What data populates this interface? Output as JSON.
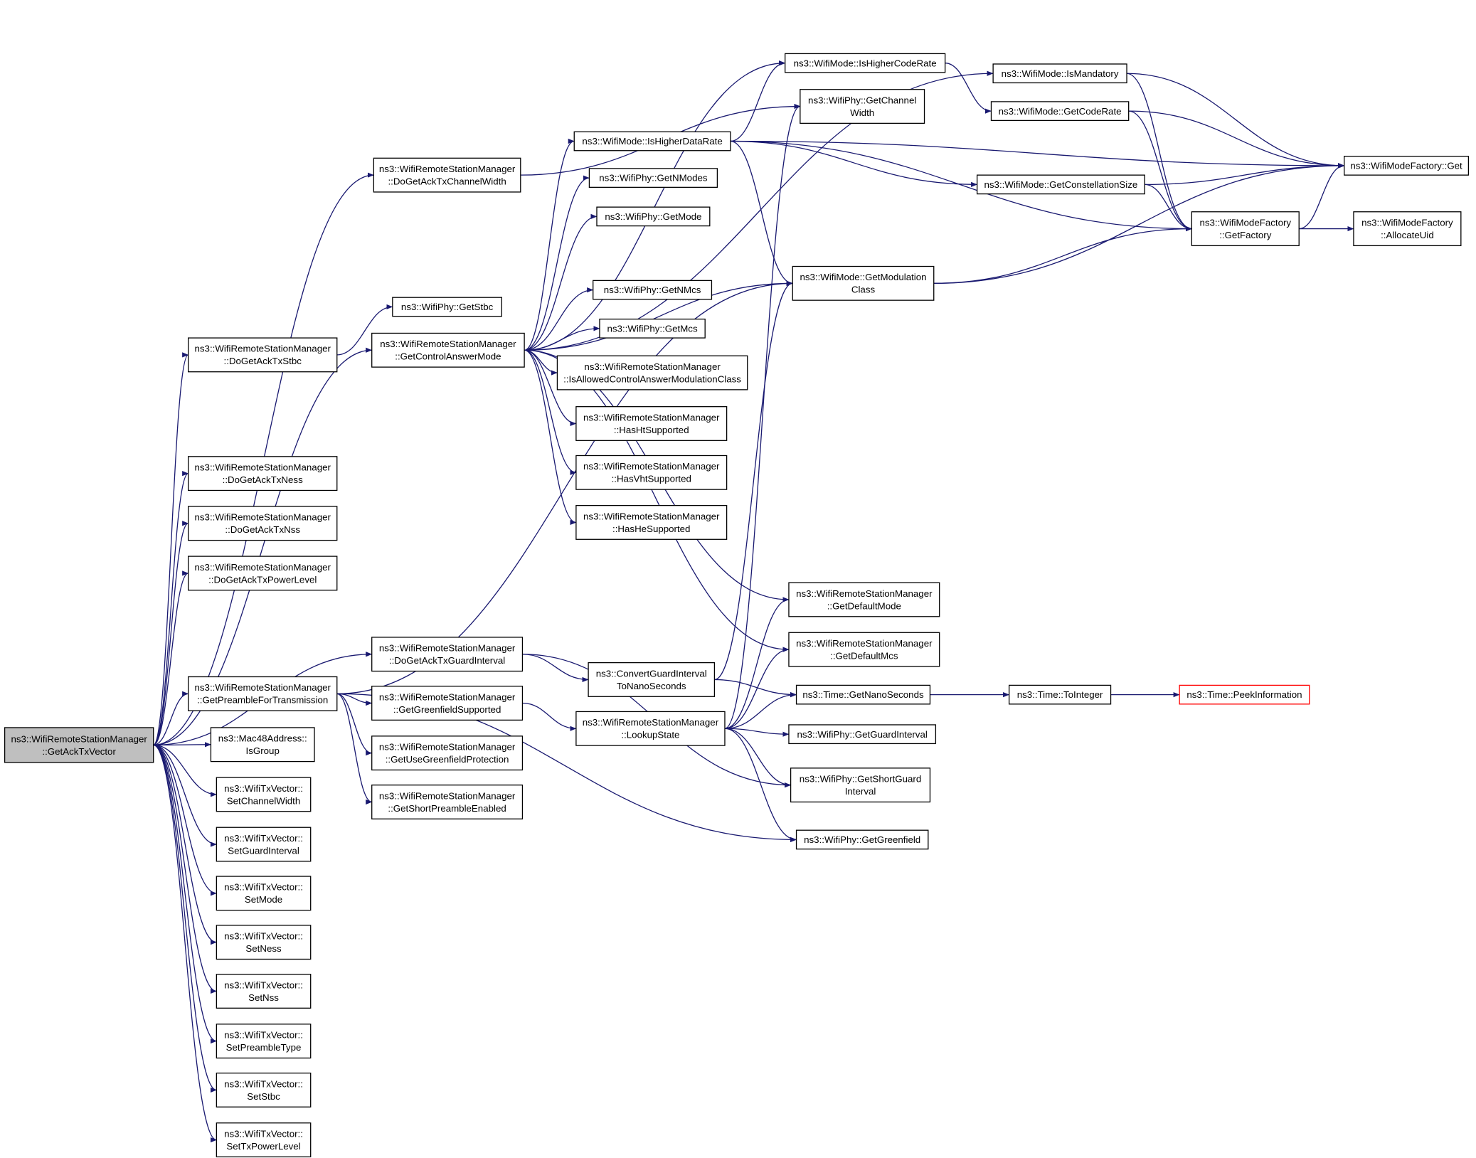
{
  "colors": {
    "edge": "#191970",
    "root_fill": "#bfbfbf",
    "node_fill": "#ffffff",
    "node_border": "#000000",
    "truncated_border": "#ff0000"
  },
  "nodes": [
    {
      "id": "root",
      "lines": [
        "ns3::WifiRemoteStationManager",
        "::GetAckTxVector"
      ],
      "kind": "root"
    },
    {
      "id": "dgactw",
      "lines": [
        "ns3::WifiRemoteStationManager",
        "::DoGetAckTxChannelWidth"
      ]
    },
    {
      "id": "dgatstbc",
      "lines": [
        "ns3::WifiRemoteStationManager",
        "::DoGetAckTxStbc"
      ]
    },
    {
      "id": "dgatness",
      "lines": [
        "ns3::WifiRemoteStationManager",
        "::DoGetAckTxNess"
      ]
    },
    {
      "id": "dgatnss",
      "lines": [
        "ns3::WifiRemoteStationManager",
        "::DoGetAckTxNss"
      ]
    },
    {
      "id": "dgatpl",
      "lines": [
        "ns3::WifiRemoteStationManager",
        "::DoGetAckTxPowerLevel"
      ]
    },
    {
      "id": "gpft",
      "lines": [
        "ns3::WifiRemoteStationManager",
        "::GetPreambleForTransmission"
      ]
    },
    {
      "id": "isgroup",
      "lines": [
        "ns3::Mac48Address::",
        "IsGroup"
      ]
    },
    {
      "id": "setcw",
      "lines": [
        "ns3::WifiTxVector::",
        "SetChannelWidth"
      ]
    },
    {
      "id": "setgi",
      "lines": [
        "ns3::WifiTxVector::",
        "SetGuardInterval"
      ]
    },
    {
      "id": "setmode",
      "lines": [
        "ns3::WifiTxVector::",
        "SetMode"
      ]
    },
    {
      "id": "setness",
      "lines": [
        "ns3::WifiTxVector::",
        "SetNess"
      ]
    },
    {
      "id": "setnss",
      "lines": [
        "ns3::WifiTxVector::",
        "SetNss"
      ]
    },
    {
      "id": "setpt",
      "lines": [
        "ns3::WifiTxVector::",
        "SetPreambleType"
      ]
    },
    {
      "id": "setstbc",
      "lines": [
        "ns3::WifiTxVector::",
        "SetStbc"
      ]
    },
    {
      "id": "settpl",
      "lines": [
        "ns3::WifiTxVector::",
        "SetTxPowerLevel"
      ]
    },
    {
      "id": "phystbc",
      "lines": [
        "ns3::WifiPhy::GetStbc"
      ]
    },
    {
      "id": "gcam",
      "lines": [
        "ns3::WifiRemoteStationManager",
        "::GetControlAnswerMode"
      ]
    },
    {
      "id": "dgatgi",
      "lines": [
        "ns3::WifiRemoteStationManager",
        "::DoGetAckTxGuardInterval"
      ]
    },
    {
      "id": "ggs",
      "lines": [
        "ns3::WifiRemoteStationManager",
        "::GetGreenfieldSupported"
      ]
    },
    {
      "id": "gugp",
      "lines": [
        "ns3::WifiRemoteStationManager",
        "::GetUseGreenfieldProtection"
      ]
    },
    {
      "id": "gspe",
      "lines": [
        "ns3::WifiRemoteStationManager",
        "::GetShortPreambleEnabled"
      ]
    },
    {
      "id": "ihdr",
      "lines": [
        "ns3::WifiMode::IsHigherDataRate"
      ]
    },
    {
      "id": "gnmodes",
      "lines": [
        "ns3::WifiPhy::GetNModes"
      ]
    },
    {
      "id": "pgetmode",
      "lines": [
        "ns3::WifiPhy::GetMode"
      ]
    },
    {
      "id": "gnmcs",
      "lines": [
        "ns3::WifiPhy::GetNMcs"
      ]
    },
    {
      "id": "pgetmcs",
      "lines": [
        "ns3::WifiPhy::GetMcs"
      ]
    },
    {
      "id": "iacamc",
      "lines": [
        "ns3::WifiRemoteStationManager",
        "::IsAllowedControlAnswerModulationClass"
      ]
    },
    {
      "id": "hasht",
      "lines": [
        "ns3::WifiRemoteStationManager",
        "::HasHtSupported"
      ]
    },
    {
      "id": "hasvht",
      "lines": [
        "ns3::WifiRemoteStationManager",
        "::HasVhtSupported"
      ]
    },
    {
      "id": "hashe",
      "lines": [
        "ns3::WifiRemoteStationManager",
        "::HasHeSupported"
      ]
    },
    {
      "id": "cgins",
      "lines": [
        "ns3::ConvertGuardInterval",
        "ToNanoSeconds"
      ]
    },
    {
      "id": "lookup",
      "lines": [
        "ns3::WifiRemoteStationManager",
        "::LookupState"
      ]
    },
    {
      "id": "ihcr",
      "lines": [
        "ns3::WifiMode::IsHigherCodeRate"
      ]
    },
    {
      "id": "pgcw",
      "lines": [
        "ns3::WifiPhy::GetChannel",
        "Width"
      ]
    },
    {
      "id": "gmodc",
      "lines": [
        "ns3::WifiMode::GetModulation",
        "Class"
      ]
    },
    {
      "id": "gdm",
      "lines": [
        "ns3::WifiRemoteStationManager",
        "::GetDefaultMode"
      ]
    },
    {
      "id": "gdmcs",
      "lines": [
        "ns3::WifiRemoteStationManager",
        "::GetDefaultMcs"
      ]
    },
    {
      "id": "tgns",
      "lines": [
        "ns3::Time::GetNanoSeconds"
      ]
    },
    {
      "id": "pggi",
      "lines": [
        "ns3::WifiPhy::GetGuardInterval"
      ]
    },
    {
      "id": "pgsgi",
      "lines": [
        "ns3::WifiPhy::GetShortGuard",
        "Interval"
      ]
    },
    {
      "id": "pggf",
      "lines": [
        "ns3::WifiPhy::GetGreenfield"
      ]
    },
    {
      "id": "ismand",
      "lines": [
        "ns3::WifiMode::IsMandatory"
      ]
    },
    {
      "id": "gcoderate",
      "lines": [
        "ns3::WifiMode::GetCodeRate"
      ]
    },
    {
      "id": "gconst",
      "lines": [
        "ns3::WifiMode::GetConstellationSize"
      ]
    },
    {
      "id": "wmfget",
      "lines": [
        "ns3::WifiModeFactory::Get"
      ]
    },
    {
      "id": "wmfgetf",
      "lines": [
        "ns3::WifiModeFactory",
        "::GetFactory"
      ]
    },
    {
      "id": "wmfalloc",
      "lines": [
        "ns3::WifiModeFactory",
        "::AllocateUid"
      ]
    },
    {
      "id": "toint",
      "lines": [
        "ns3::Time::ToInteger"
      ]
    },
    {
      "id": "peek",
      "lines": [
        "ns3::Time::PeekInformation"
      ],
      "kind": "trunc"
    }
  ],
  "edges": [
    [
      "root",
      "dgactw"
    ],
    [
      "root",
      "dgatstbc"
    ],
    [
      "root",
      "dgatness"
    ],
    [
      "root",
      "dgatnss"
    ],
    [
      "root",
      "dgatpl"
    ],
    [
      "root",
      "gcam"
    ],
    [
      "root",
      "dgatgi"
    ],
    [
      "root",
      "gpft"
    ],
    [
      "root",
      "isgroup"
    ],
    [
      "root",
      "setcw"
    ],
    [
      "root",
      "setgi"
    ],
    [
      "root",
      "setmode"
    ],
    [
      "root",
      "setness"
    ],
    [
      "root",
      "setnss"
    ],
    [
      "root",
      "setpt"
    ],
    [
      "root",
      "setstbc"
    ],
    [
      "root",
      "settpl"
    ],
    [
      "dgactw",
      "pgcw"
    ],
    [
      "dgatstbc",
      "phystbc"
    ],
    [
      "gcam",
      "ismand"
    ],
    [
      "gcam",
      "ihcr"
    ],
    [
      "gcam",
      "ihdr"
    ],
    [
      "gcam",
      "gnmodes"
    ],
    [
      "gcam",
      "pgetmode"
    ],
    [
      "gcam",
      "gmodc"
    ],
    [
      "gcam",
      "gnmcs"
    ],
    [
      "gcam",
      "pgetmcs"
    ],
    [
      "gcam",
      "iacamc"
    ],
    [
      "gcam",
      "hasht"
    ],
    [
      "gcam",
      "hasvht"
    ],
    [
      "gcam",
      "hashe"
    ],
    [
      "gcam",
      "gdm"
    ],
    [
      "gcam",
      "gdmcs"
    ],
    [
      "dgatgi",
      "cgins"
    ],
    [
      "dgatgi",
      "pgsgi"
    ],
    [
      "gpft",
      "gmodc"
    ],
    [
      "gpft",
      "ggs"
    ],
    [
      "gpft",
      "gugp"
    ],
    [
      "gpft",
      "gspe"
    ],
    [
      "gpft",
      "pggf"
    ],
    [
      "ggs",
      "lookup"
    ],
    [
      "cgins",
      "gmodc"
    ],
    [
      "cgins",
      "tgns"
    ],
    [
      "lookup",
      "pgcw"
    ],
    [
      "lookup",
      "gdm"
    ],
    [
      "lookup",
      "gdmcs"
    ],
    [
      "lookup",
      "tgns"
    ],
    [
      "lookup",
      "pggi"
    ],
    [
      "lookup",
      "pgsgi"
    ],
    [
      "lookup",
      "pggf"
    ],
    [
      "ihdr",
      "ihcr"
    ],
    [
      "ihdr",
      "wmfget"
    ],
    [
      "ihdr",
      "gconst"
    ],
    [
      "ihdr",
      "gmodc"
    ],
    [
      "ihdr",
      "wmfgetf"
    ],
    [
      "ihcr",
      "gcoderate"
    ],
    [
      "ismand",
      "wmfget"
    ],
    [
      "ismand",
      "wmfgetf"
    ],
    [
      "gcoderate",
      "wmfget"
    ],
    [
      "gcoderate",
      "wmfgetf"
    ],
    [
      "gconst",
      "wmfget"
    ],
    [
      "gconst",
      "wmfgetf"
    ],
    [
      "gmodc",
      "wmfgetf"
    ],
    [
      "gmodc",
      "wmfget"
    ],
    [
      "wmfgetf",
      "wmfget"
    ],
    [
      "wmfgetf",
      "wmfalloc"
    ],
    [
      "tgns",
      "toint"
    ],
    [
      "toint",
      "peek"
    ]
  ]
}
